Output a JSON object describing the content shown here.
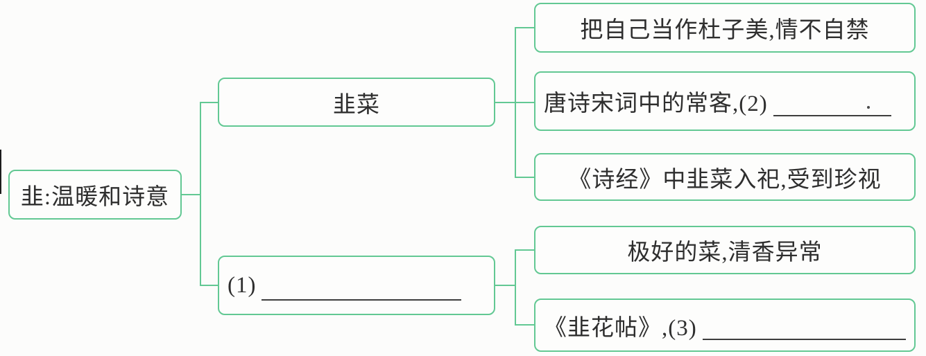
{
  "diagram_type": "mindmap-tree",
  "colors": {
    "node_border": "#62c893",
    "connector": "#62c893",
    "text": "#2e2e2e",
    "blank_line": "#3d3d3d",
    "background": "#fcfcfb"
  },
  "mindmap": {
    "root": {
      "label": "韭:温暖和诗意"
    },
    "level2": [
      {
        "label": "韭菜"
      },
      {
        "prefix": "(1)",
        "blank": true
      }
    ],
    "level3": [
      {
        "label": "把自己当作杜子美,情不自禁",
        "parent": "韭菜"
      },
      {
        "prefix": "唐诗宋词中的常客,(2)",
        "blank": true,
        "parent": "韭菜"
      },
      {
        "label": "《诗经》中韭菜入祀,受到珍视",
        "parent": "韭菜"
      },
      {
        "label": "极好的菜,清香异常",
        "parent": "(1)"
      },
      {
        "prefix": "《韭花帖》,(3)",
        "blank": true,
        "parent": "(1)"
      }
    ]
  }
}
